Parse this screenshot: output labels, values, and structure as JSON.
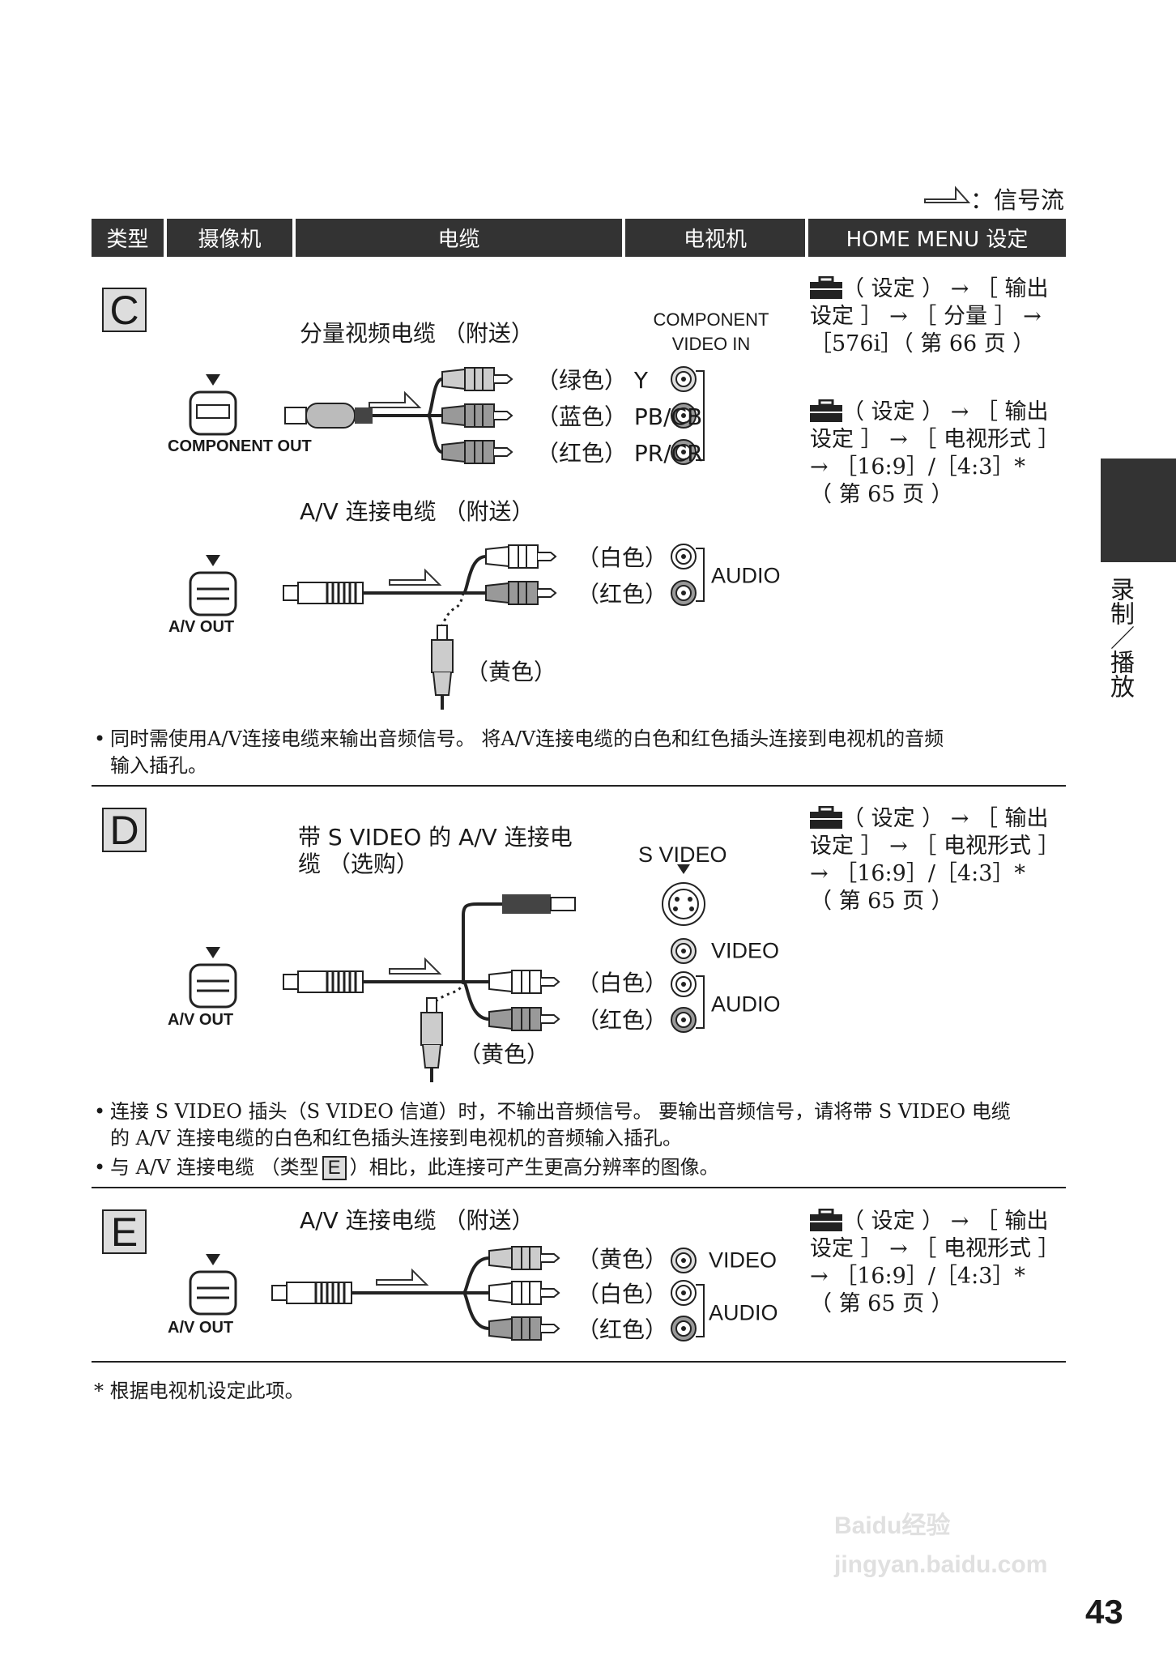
{
  "legend": {
    "label": "：信号流",
    "icon": "signal-flow-arrow-icon"
  },
  "header": {
    "columns": [
      "类型",
      "摄像机",
      "电缆",
      "电视机",
      "HOME MENU 设定"
    ],
    "background": "#333333"
  },
  "sections": {
    "C": {
      "type_label": "C",
      "cable1_title": "分量视频电缆 （附送）",
      "tv_input": [
        "COMPONENT",
        "VIDEO IN"
      ],
      "camera_port1": "COMPONENT OUT",
      "plug_labels1": [
        "（绿色） Y",
        "（蓝色） PB/CB",
        "（红色） PR/CR"
      ],
      "menu1": [
        "（ 设定 ） → ［ 输出",
        "设定 ］ → ［ 分量 ］ →",
        "［576i］（ 第  66 页 ）"
      ],
      "menu2": [
        "（ 设定 ） → ［ 输出",
        "设定 ］ → ［ 电视形式 ］",
        "→ ［16:9］/［4:3］*",
        "（ 第  65 页 ）"
      ],
      "cable2_title": "A/V 连接电缆 （附送）",
      "camera_port2": "A/V OUT",
      "plug_labels2": [
        "（白色）",
        "（红色）"
      ],
      "tv_audio": "AUDIO",
      "yellow_label": "（黄色）",
      "notes": [
        "同时需使用A/V连接电缆来输出音频信号。 将A/V连接电缆的白色和红色插头连接到电视机的音频",
        "输入插孔。"
      ]
    },
    "D": {
      "type_label": "D",
      "cable_title": [
        "带 S VIDEO 的 A/V 连接电",
        "缆 （选购）"
      ],
      "tv_svideo": "S VIDEO",
      "camera_port": "A/V OUT",
      "plug_labels": [
        "（白色）",
        "（红色）"
      ],
      "yellow_label": "（黄色）",
      "tv_video": "VIDEO",
      "tv_audio": "AUDIO",
      "menu": [
        "（ 设定 ） → ［ 输出",
        "设定 ］ → ［ 电视形式 ］",
        "→ ［16:9］/［4:3］*",
        "（ 第  65 页 ）"
      ],
      "notes": [
        "连接 S VIDEO 插头（S VIDEO 信道）时，不输出音频信号。 要输出音频信号，请将带 S VIDEO 电缆",
        "的 A/V 连接电缆的白色和红色插头连接到电视机的音频输入插孔。"
      ],
      "note2_before": "与 A/V 连接电缆 （类型",
      "note2_ref": "E",
      "note2_after": "）相比，此连接可产生更高分辨率的图像。"
    },
    "E": {
      "type_label": "E",
      "cable_title": "A/V 连接电缆 （附送）",
      "camera_port": "A/V OUT",
      "plug_labels": [
        "（黄色）",
        "（白色）",
        "（红色）"
      ],
      "tv_video": "VIDEO",
      "tv_audio": "AUDIO",
      "menu": [
        "（ 设定 ） → ［ 输出",
        "设定 ］ → ［ 电视形式 ］",
        "→ ［16:9］/［4:3］*",
        "（ 第  65 页 ）"
      ]
    }
  },
  "footnote": "* 根据电视机设定此项。",
  "side_tab": {
    "label": "录制／播放"
  },
  "page_number": "43",
  "watermark": "Baidu经验 jingyan.baidu.com"
}
